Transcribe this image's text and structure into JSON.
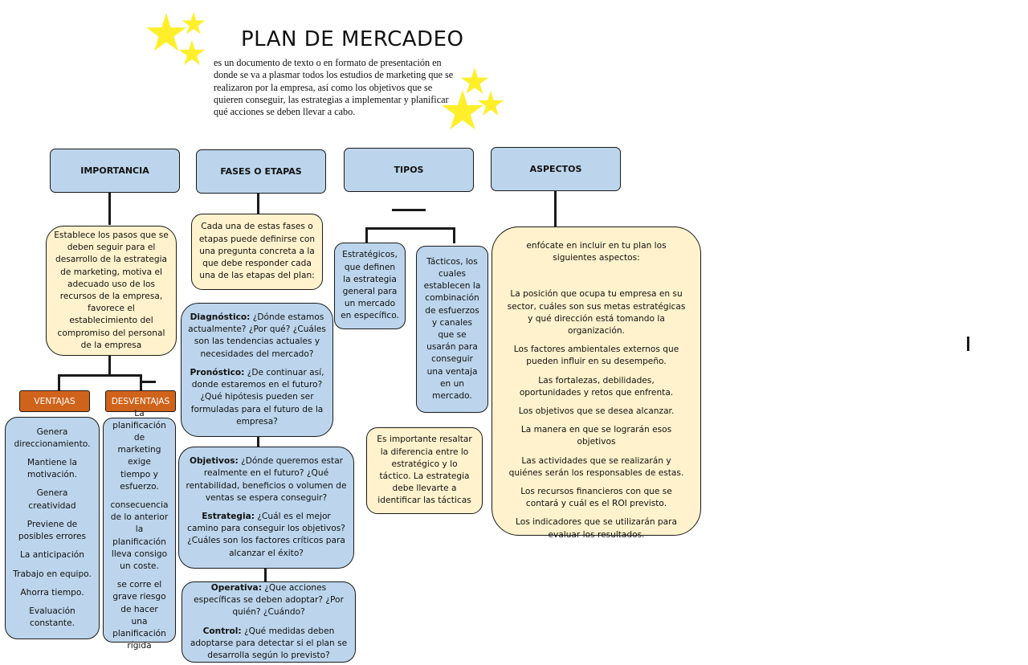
{
  "title": "PLAN DE MERCADEO",
  "intro": "es un documento de texto o en formato de presentación en donde se va a plasmar todos los estudios de marketing que se realizaron por la empresa, así como los objetivos que se quieren conseguir, las estrategias a implementar y planificar qué acciones se deben llevar a cabo.",
  "colors": {
    "header_blue": "#bcd5ec",
    "note_yellow": "#fff2cc",
    "tag_orange": "#d0631b",
    "star_yellow": "#ffef2a"
  },
  "headers": {
    "importancia": "IMPORTANCIA",
    "fases": "FASES O ETAPAS",
    "tipos": "TIPOS",
    "aspectos": "ASPECTOS"
  },
  "importancia": {
    "text": "Establece los pasos que se deben seguir para el desarrollo de la estrategia de marketing, motiva el adecuado uso de los recursos de la empresa, favorece el establecimiento del compromiso del personal de la empresa",
    "ventajas_label": "VENTAJAS",
    "desventajas_label": "DESVENTAJAS",
    "ventajas": [
      "Genera direccionamiento.",
      "Mantiene la motivación.",
      "Genera creatividad",
      "Previene de posibles errores",
      "La anticipación",
      "Trabajo en equipo.",
      "Ahorra tiempo.",
      "Evaluación constante."
    ],
    "desventajas": [
      "La planificación de marketing exige tiempo y esfuerzo.",
      "consecuencia de lo anterior la planificación lleva consigo un coste.",
      "se corre el grave riesgo de hacer una planificación rígida"
    ]
  },
  "fases": {
    "intro": "Cada una de estas fases o etapas puede definirse con una pregunta concreta a la que debe responder cada una de las etapas del plan:",
    "box1": [
      {
        "label": "Diagnóstico:",
        "text": " ¿Dónde estamos actualmente? ¿Por qué? ¿Cuáles son las tendencias actuales y necesidades del mercado?"
      },
      {
        "label": "Pronóstico:",
        "text": " ¿De continuar así, donde estaremos en el futuro? ¿Qué hipótesis pueden ser formuladas para el futuro de la empresa?"
      }
    ],
    "box2": [
      {
        "label": "Objetivos:",
        "text": " ¿Dónde queremos estar realmente en el futuro? ¿Qué rentabilidad, beneficios o volumen de ventas se espera conseguir?"
      },
      {
        "label": "Estrategia:",
        "text": " ¿Cuál es el mejor camino para conseguir los objetivos? ¿Cuáles son los factores críticos para alcanzar el éxito?"
      }
    ],
    "box3": [
      {
        "label": "Operativa:",
        "text": " ¿Que acciones específicas se deben adoptar? ¿Por quién? ¿Cuándo?"
      },
      {
        "label": "Control:",
        "text": " ¿Qué medidas deben adoptarse para detectar si el plan se desarrolla según lo previsto?"
      }
    ]
  },
  "tipos": {
    "estrategicos": "Estratégicos, que definen la estrategia general para un mercado en específico.",
    "tacticos": "Tácticos, los cuales establecen la combinación de esfuerzos y canales que se usarán para conseguir una ventaja en un mercado.",
    "nota": "Es importante resaltar la diferencia entre lo estratégico y lo táctico. La estrategia debe llevarte a identificar las tácticas"
  },
  "aspectos": {
    "intro": "enfócate en incluir en tu plan los siguientes aspectos:",
    "items": [
      "La posición que ocupa tu empresa en su sector, cuáles son sus metas estratégicas y qué dirección está tomando la organización.",
      "Los factores ambientales externos que pueden influir en su desempeño.",
      "Las fortalezas, debilidades, oportunidades y retos que enfrenta.",
      "Los objetivos que se desea alcanzar.",
      "La manera en que se lograrán esos objetivos",
      "Las actividades que se realizarán y quiénes serán los responsables de estas.",
      "Los recursos financieros con que se contará y cuál es el ROI previsto.",
      "Los indicadores que se utilizarán para evaluar los resultados."
    ]
  }
}
